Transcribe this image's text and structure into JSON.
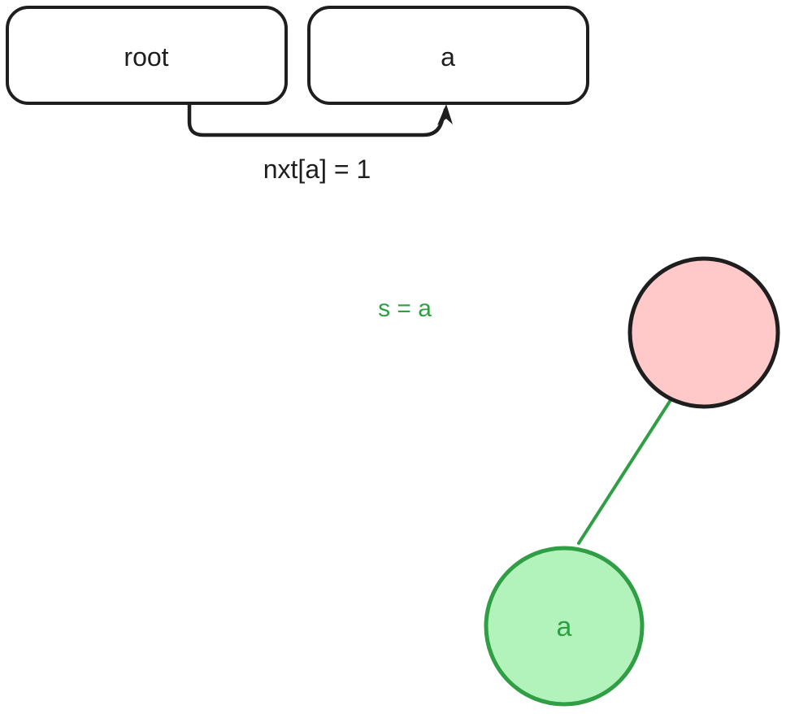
{
  "colors": {
    "ink": "#1e1e1e",
    "green": "#2f9e44",
    "green_fill": "#b2f2bb",
    "pink_fill": "#ffc9c9",
    "background": "#ffffff"
  },
  "pointer_row": {
    "root_box_label": "root",
    "a_box_label": "a",
    "arrow_caption": "nxt[a] = 1"
  },
  "annotation": {
    "text": "s = a"
  },
  "tree": {
    "child_node_label": "a"
  }
}
